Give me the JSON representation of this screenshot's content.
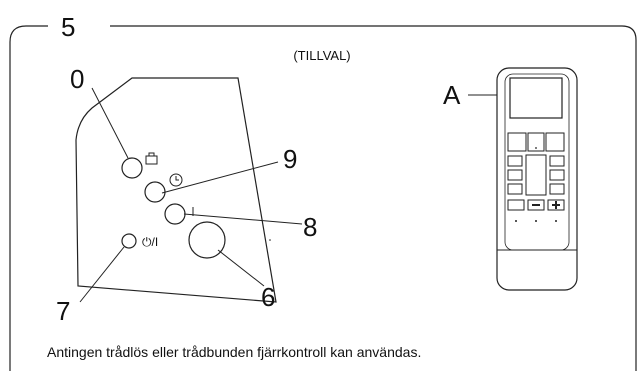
{
  "figure": {
    "step_number": "5",
    "optional_label": "(TILLVAL)",
    "caption": "Antingen trådlös eller trådbunden fjärrkontroll kan användas."
  },
  "callouts": {
    "zero": "0",
    "nine": "9",
    "eight": "8",
    "seven": "7",
    "six": "6",
    "a": "A"
  },
  "icons": {
    "top_button": "service-briefcase-icon",
    "timer_button": "clock-icon",
    "mode_button": "vertical-bar-icon",
    "power_button_label": "⏻/I"
  },
  "remote": {
    "name": "remote-control",
    "buttons": [
      "display",
      "row-1-left",
      "row-1-mid",
      "row-1-right",
      "side-buttons",
      "minus",
      "plus"
    ]
  }
}
